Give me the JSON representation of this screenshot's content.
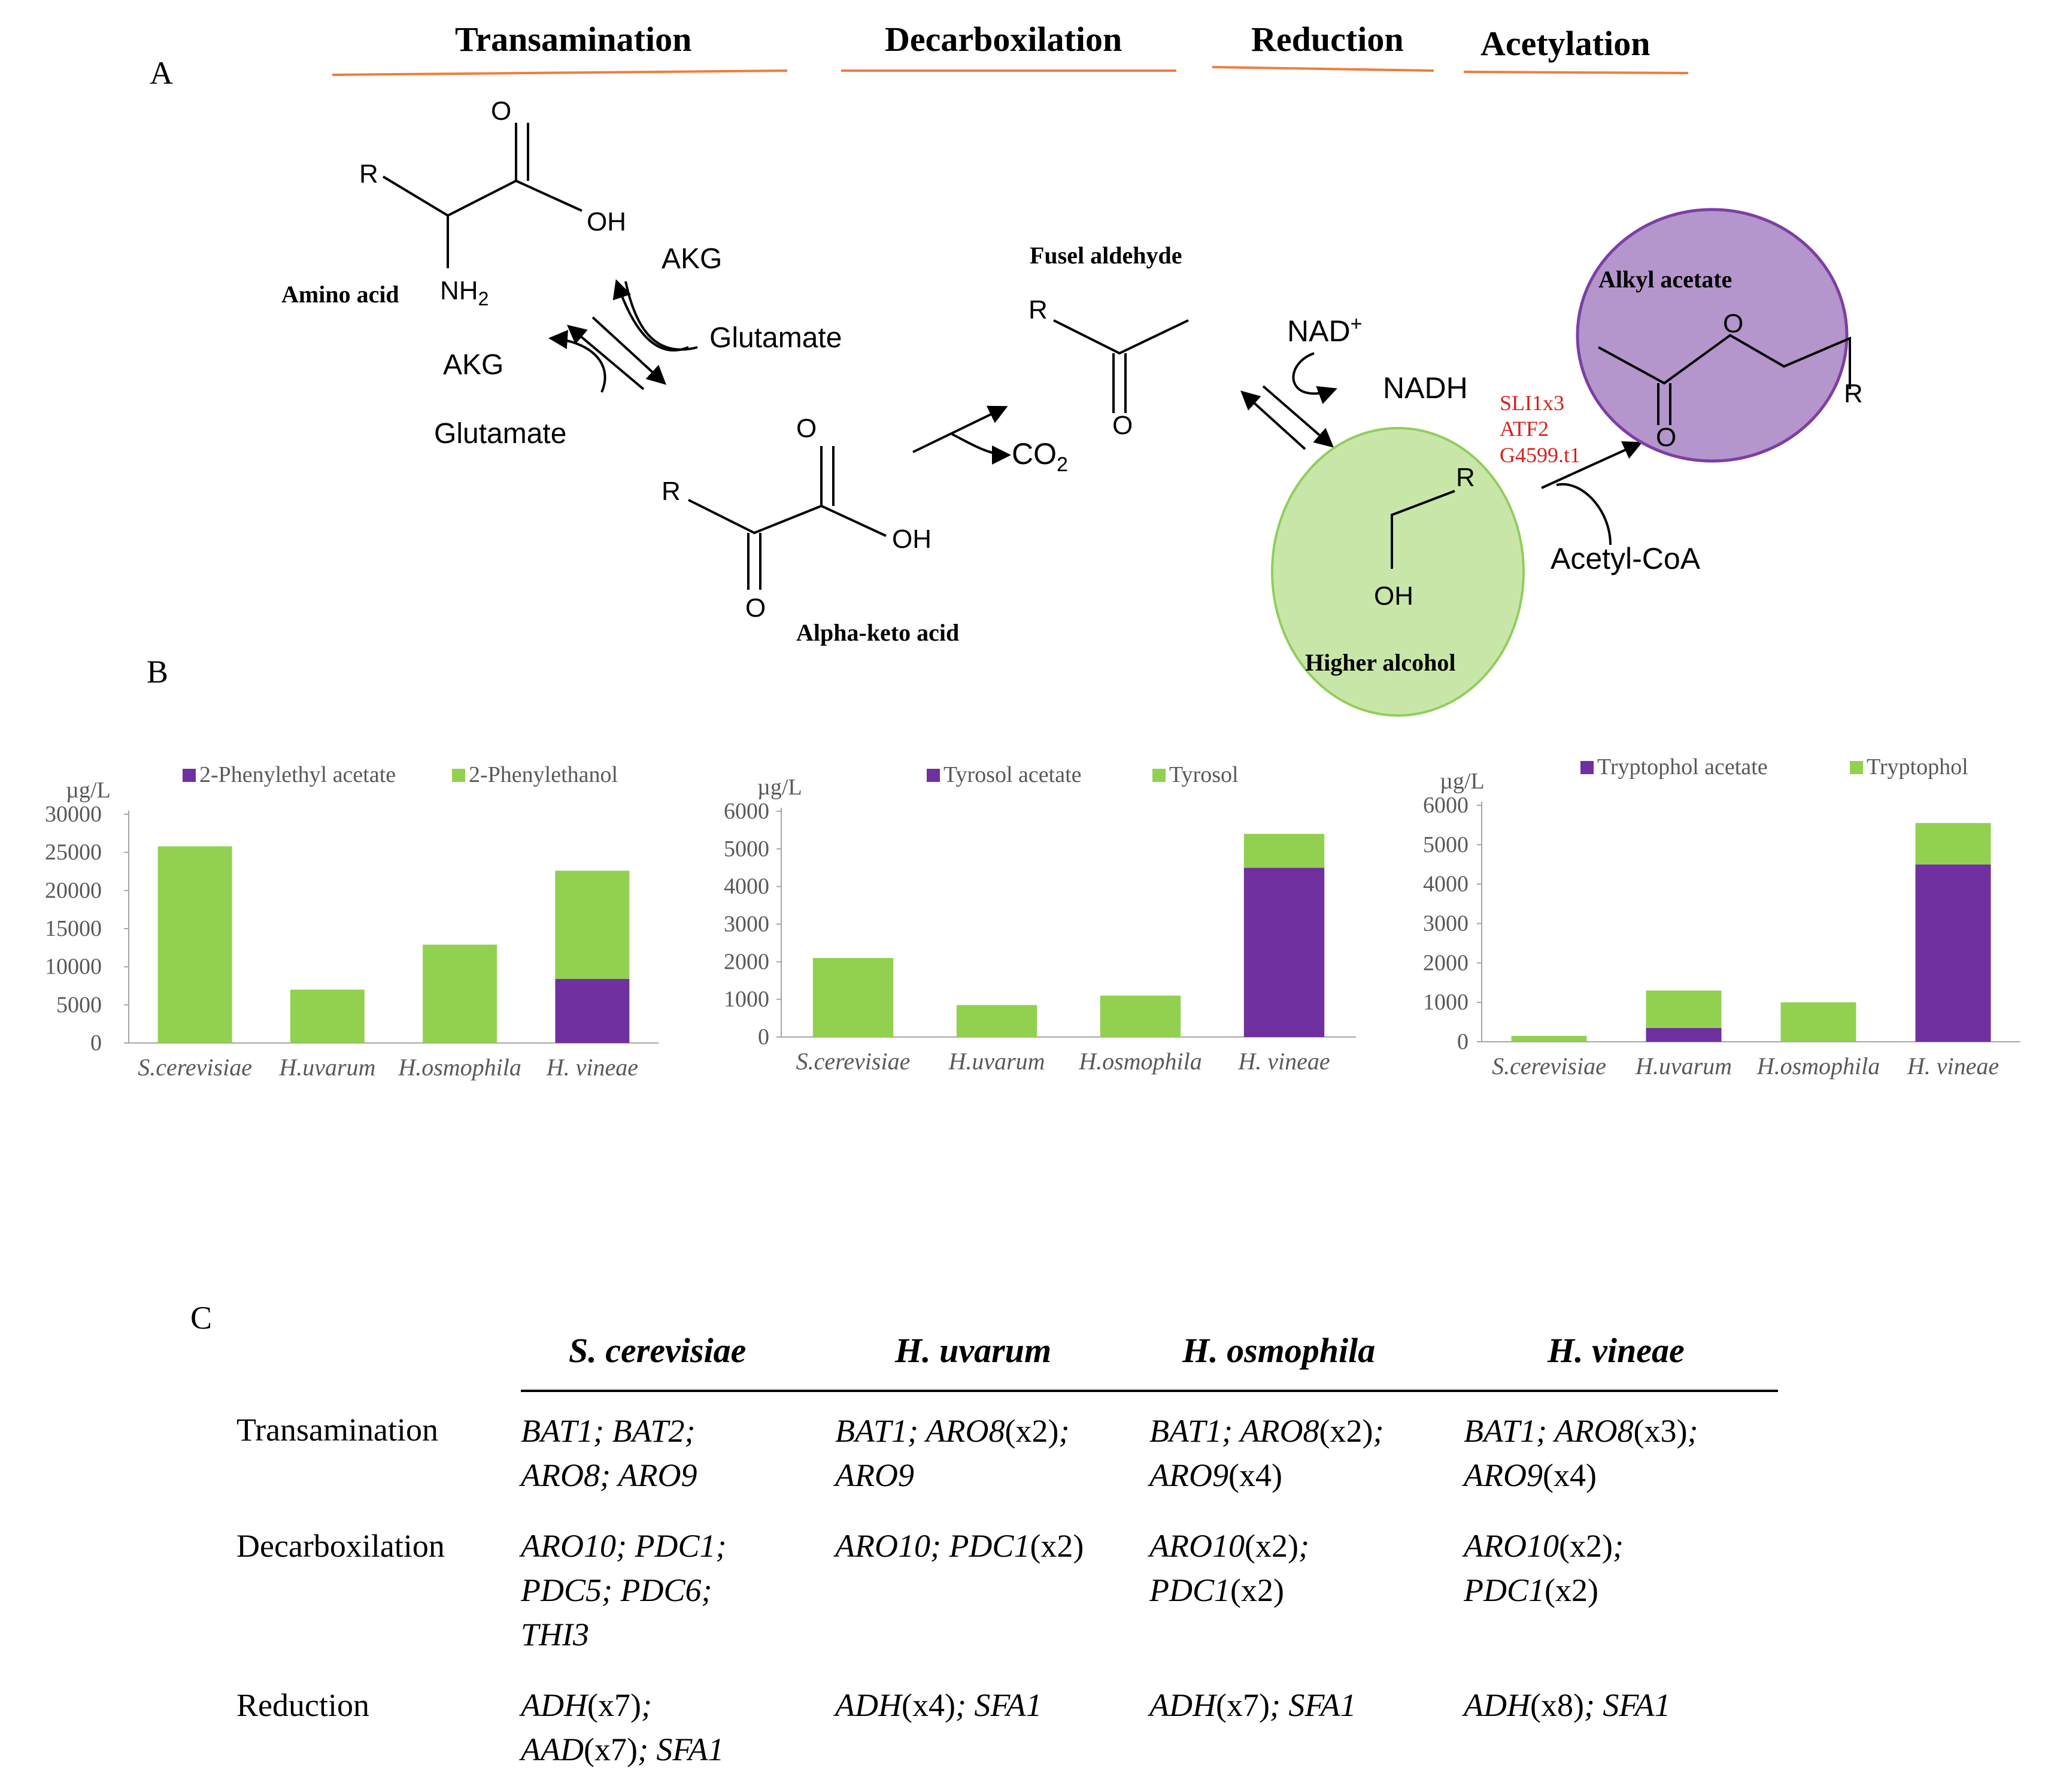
{
  "panels": {
    "a": "A",
    "b": "B",
    "c": "C"
  },
  "steps": [
    "Transamination",
    "Decarboxilation",
    "Reduction",
    "Acetylation"
  ],
  "pathway": {
    "amino_acid": "Amino acid",
    "R": "R",
    "O": "O",
    "OH": "OH",
    "NH2": "NH",
    "NH2_sub": "2",
    "akg": "AKG",
    "glutamate": "Glutamate",
    "alpha_keto_acid": "Alpha-keto acid",
    "co2": "CO",
    "co2_sub": "2",
    "fusel_aldehyde": "Fusel aldehyde",
    "nad": "NAD",
    "nad_sup": "+",
    "nadh": "NADH",
    "higher_alcohol": "Higher alcohol",
    "alkyl_acetate": "Alkyl acetate",
    "acetyl_coa": "Acetyl-CoA",
    "genes": [
      "SLI1x3",
      "ATF2",
      "G4599.t1"
    ],
    "colors": {
      "line": "#ef7d3c",
      "gene_text": "#d81e1e",
      "alcohol_fill": "#c9e6a9",
      "alcohol_stroke": "#8fce5a",
      "acetate_fill": "#b495cc",
      "acetate_stroke": "#7d3fa3"
    }
  },
  "chart_data": [
    {
      "type": "bar",
      "stacked": true,
      "unit": "µg/L",
      "categories": [
        "S.cerevisiae",
        "H.uvarum",
        "H.osmophila",
        "H. vineae"
      ],
      "series": [
        {
          "name": "2-Phenylethyl acetate",
          "color": "#7030a0",
          "values": [
            0,
            0,
            0,
            8400
          ]
        },
        {
          "name": "2-Phenylethanol",
          "color": "#92d050",
          "values": [
            25800,
            7000,
            12900,
            14200
          ]
        }
      ],
      "ylim": [
        0,
        30000
      ],
      "yticks": [
        "0",
        "5000",
        "10000",
        "15000",
        "20000",
        "25000",
        "30000"
      ],
      "legend": "top"
    },
    {
      "type": "bar",
      "stacked": true,
      "unit": "µg/L",
      "categories": [
        "S.cerevisiae",
        "H.uvarum",
        "H.osmophila",
        "H. vineae"
      ],
      "series": [
        {
          "name": "Tyrosol acetate",
          "color": "#7030a0",
          "values": [
            0,
            0,
            0,
            4500
          ]
        },
        {
          "name": "Tyrosol",
          "color": "#92d050",
          "values": [
            2100,
            850,
            1100,
            900
          ]
        }
      ],
      "ylim": [
        0,
        6000
      ],
      "yticks": [
        "0",
        "1000",
        "2000",
        "3000",
        "4000",
        "5000",
        "6000"
      ],
      "legend": "top"
    },
    {
      "type": "bar",
      "stacked": true,
      "unit": "µg/L",
      "categories": [
        "S.cerevisiae",
        "H.uvarum",
        "H.osmophila",
        "H. vineae"
      ],
      "series": [
        {
          "name": "Tryptophol acetate",
          "color": "#7030a0",
          "values": [
            0,
            350,
            0,
            4500
          ]
        },
        {
          "name": "Tryptophol",
          "color": "#92d050",
          "values": [
            150,
            950,
            1000,
            1050
          ]
        }
      ],
      "ylim": [
        0,
        6000
      ],
      "yticks": [
        "0",
        "1000",
        "2000",
        "3000",
        "4000",
        "5000",
        "6000"
      ],
      "legend": "top"
    }
  ],
  "table": {
    "headers": [
      "S. cerevisiae",
      "H. uvarum",
      "H. osmophila",
      "H. vineae"
    ],
    "rows": [
      {
        "label": "Transamination",
        "cells": [
          [
            [
              "BAT1; BAT2;",
              true
            ],
            [
              "\n",
              false
            ],
            [
              "ARO8; ARO9",
              true
            ]
          ],
          [
            [
              "BAT1; ARO8",
              true
            ],
            [
              "(x2)",
              false
            ],
            [
              ";",
              true
            ],
            [
              "\n",
              false
            ],
            [
              "ARO9",
              true
            ]
          ],
          [
            [
              "BAT1; ARO8",
              true
            ],
            [
              "(x2)",
              false
            ],
            [
              ";",
              true
            ],
            [
              "\n",
              false
            ],
            [
              "ARO9",
              true
            ],
            [
              "(x4)",
              false
            ]
          ],
          [
            [
              "BAT1; ARO8",
              true
            ],
            [
              "(x3)",
              false
            ],
            [
              ";",
              true
            ],
            [
              "\n",
              false
            ],
            [
              "ARO9",
              true
            ],
            [
              "(x4)",
              false
            ]
          ]
        ]
      },
      {
        "label": "Decarboxilation",
        "cells": [
          [
            [
              "ARO10; PDC1;",
              true
            ],
            [
              "\n",
              false
            ],
            [
              "PDC5; PDC6;",
              true
            ],
            [
              "\n",
              false
            ],
            [
              "THI3",
              true
            ]
          ],
          [
            [
              "ARO10; PDC1",
              true
            ],
            [
              "(x2)",
              false
            ]
          ],
          [
            [
              "ARO10",
              true
            ],
            [
              "(x2)",
              false
            ],
            [
              ";",
              true
            ],
            [
              "\n",
              false
            ],
            [
              "PDC1",
              true
            ],
            [
              "(x2)",
              false
            ]
          ],
          [
            [
              "ARO10",
              true
            ],
            [
              "(x2)",
              false
            ],
            [
              ";",
              true
            ],
            [
              "\n",
              false
            ],
            [
              "PDC1",
              true
            ],
            [
              "(x2)",
              false
            ]
          ]
        ]
      },
      {
        "label": "Reduction",
        "cells": [
          [
            [
              "ADH",
              true
            ],
            [
              "(x7)",
              false
            ],
            [
              ";",
              true
            ],
            [
              "\n",
              false
            ],
            [
              "AAD",
              true
            ],
            [
              "(x7)",
              false
            ],
            [
              "; SFA1",
              true
            ]
          ],
          [
            [
              "ADH",
              true
            ],
            [
              "(x4)",
              false
            ],
            [
              "; SFA1",
              true
            ]
          ],
          [
            [
              "ADH",
              true
            ],
            [
              "(x7)",
              false
            ],
            [
              "; SFA1",
              true
            ]
          ],
          [
            [
              "ADH",
              true
            ],
            [
              "(x8)",
              false
            ],
            [
              "; SFA1",
              true
            ]
          ]
        ]
      }
    ]
  }
}
